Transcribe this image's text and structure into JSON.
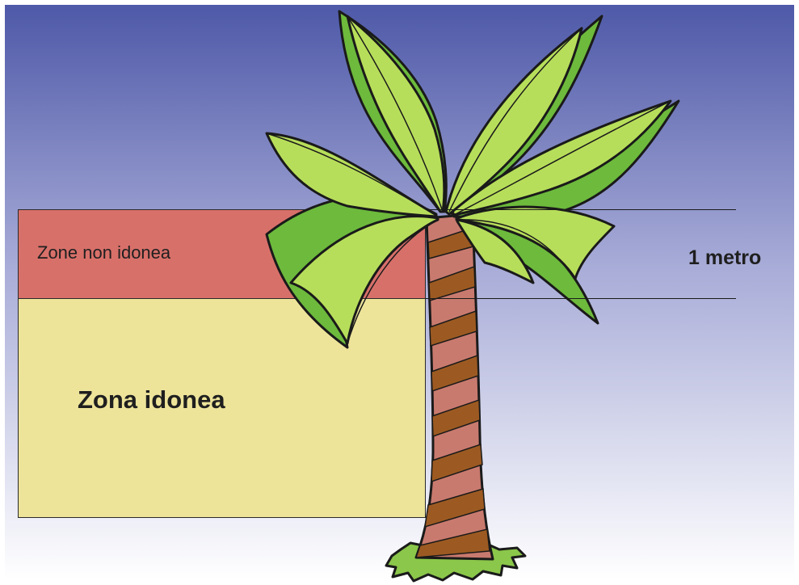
{
  "labels": {
    "unsuitable_zone": "Zone non idonea",
    "suitable_zone": "Zona idonea",
    "measure": "1 metro"
  },
  "colors": {
    "sky_top": "#4E59A8",
    "sky_bottom": "#FFFFFF",
    "unsuitable_zone": "#D8706A",
    "suitable_zone": "#EDE49A",
    "trunk_base": "#C97A6E",
    "trunk_stripes": "#9C5A22",
    "leaf_light": "#B7DE5A",
    "leaf_dark": "#6DBA3C",
    "outline": "#1A1A1A"
  },
  "icons": {
    "tree": "palm-tree-illustration"
  }
}
